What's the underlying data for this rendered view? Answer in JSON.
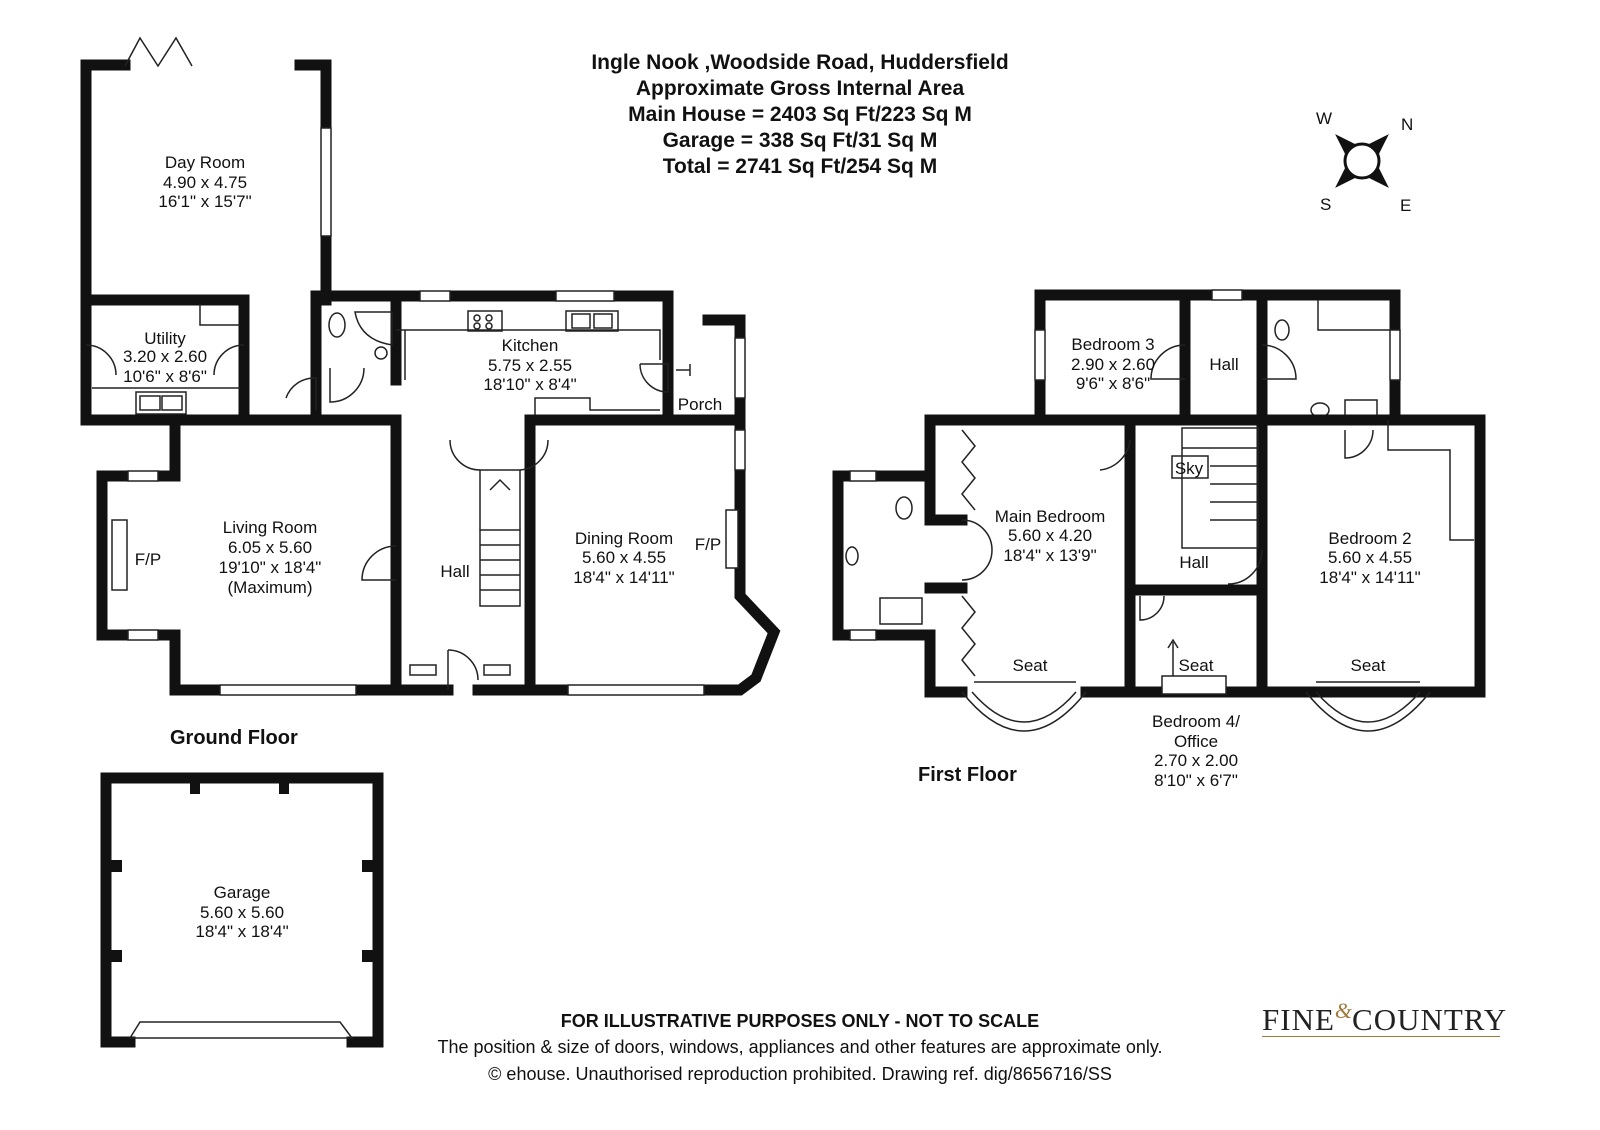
{
  "header": {
    "address": "Ingle Nook ,Woodside Road, Huddersfield",
    "area_title": "Approximate Gross Internal Area",
    "main_house": "Main House = 2403 Sq Ft/223 Sq M",
    "garage": "Garage = 338 Sq Ft/31 Sq M",
    "total": "Total = 2741 Sq Ft/254 Sq M"
  },
  "compass": {
    "w": "W",
    "n": "N",
    "s": "S",
    "e": "E"
  },
  "ground_floor": {
    "title": "Ground Floor",
    "rooms": {
      "day_room": {
        "name": "Day Room",
        "metric": "4.90 x 4.75",
        "imperial": "16'1\" x 15'7\""
      },
      "utility": {
        "name": "Utility",
        "metric": "3.20 x 2.60",
        "imperial": "10'6\" x 8'6\""
      },
      "kitchen": {
        "name": "Kitchen",
        "metric": "5.75 x 2.55",
        "imperial": "18'10\" x 8'4\""
      },
      "porch": {
        "name": "Porch"
      },
      "living_room": {
        "name": "Living Room",
        "metric": "6.05 x 5.60",
        "imperial": "19'10\" x 18'4\"",
        "note": "(Maximum)"
      },
      "hall": {
        "name": "Hall"
      },
      "dining_room": {
        "name": "Dining Room",
        "metric": "5.60 x 4.55",
        "imperial": "18'4\" x 14'11\""
      },
      "fp_living": "F/P",
      "fp_dining": "F/P"
    }
  },
  "garage_floor": {
    "rooms": {
      "garage": {
        "name": "Garage",
        "metric": "5.60 x 5.60",
        "imperial": "18'4\" x 18'4\""
      }
    }
  },
  "first_floor": {
    "title": "First Floor",
    "rooms": {
      "bedroom3": {
        "name": "Bedroom 3",
        "metric": "2.90 x 2.60",
        "imperial": "9'6\" x 8'6\""
      },
      "hall_top": {
        "name": "Hall"
      },
      "sky": "Sky",
      "main_bedroom": {
        "name": "Main Bedroom",
        "metric": "5.60 x 4.20",
        "imperial": "18'4\" x 13'9\""
      },
      "hall_mid": {
        "name": "Hall"
      },
      "bedroom2": {
        "name": "Bedroom 2",
        "metric": "5.60 x 4.55",
        "imperial": "18'4\" x 14'11\""
      },
      "seat": "Seat",
      "bedroom4": {
        "line1": "Bedroom 4/",
        "line2": "Office",
        "metric": "2.70 x 2.00",
        "imperial": "8'10\" x 6'7\""
      }
    }
  },
  "footer": {
    "disclaimer": "FOR ILLUSTRATIVE PURPOSES ONLY - NOT TO SCALE",
    "note": "The position & size of doors, windows, appliances and other features are approximate only.",
    "copyright": "© ehouse. Unauthorised reproduction prohibited. Drawing ref. dig/8656716/SS"
  },
  "logo": {
    "left": "FINE",
    "amp": "&",
    "right": "COUNTRY"
  },
  "colors": {
    "wall": "#111111",
    "line": "#222222",
    "logo_gold": "#a07a3a"
  }
}
